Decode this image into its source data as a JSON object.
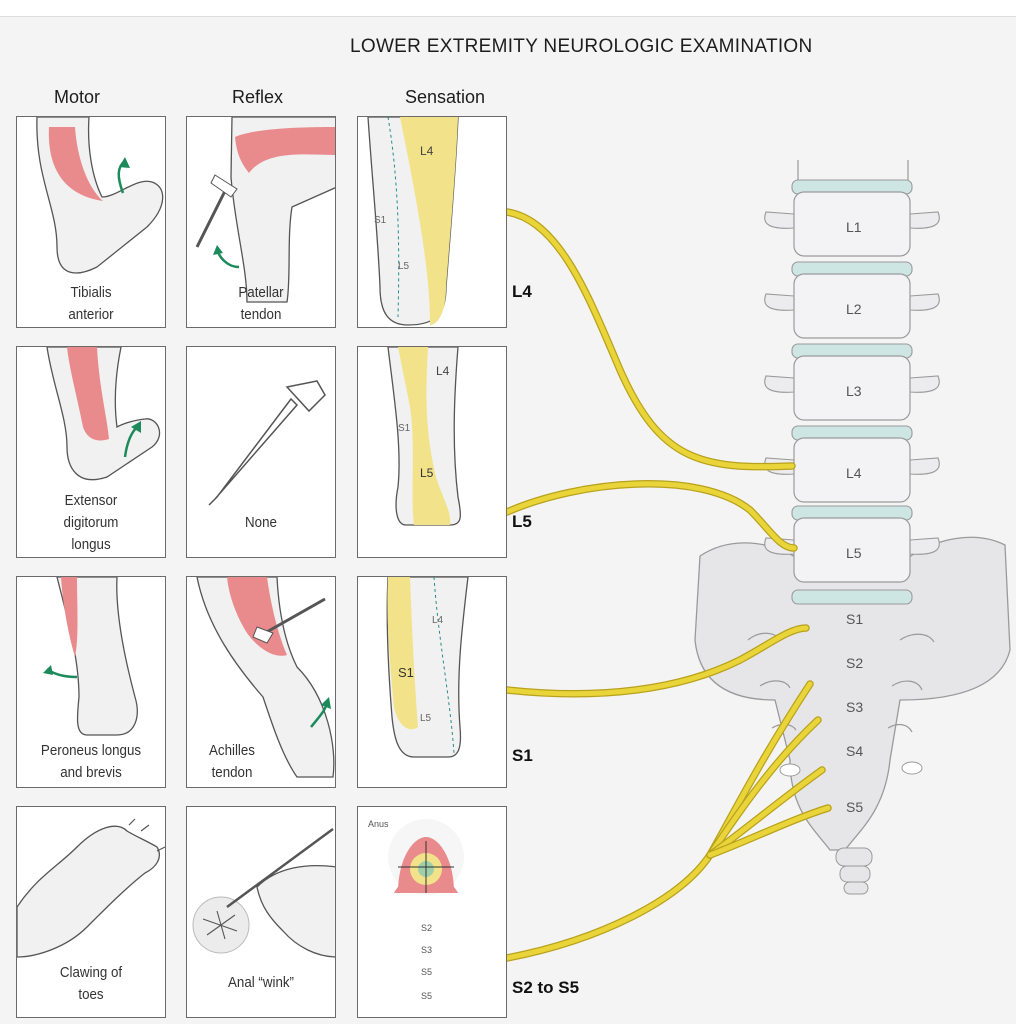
{
  "title": "LOWER EXTREMITY NEUROLOGIC EXAMINATION",
  "columns": {
    "motor": "Motor",
    "reflex": "Reflex",
    "sensation": "Sensation"
  },
  "rows": [
    {
      "root": "L4",
      "motor": [
        "Tibialis",
        "anterior"
      ],
      "reflex": [
        "Patellar",
        "tendon"
      ],
      "sensation_labels": [
        "L4",
        "S1",
        "L5"
      ]
    },
    {
      "root": "L5",
      "motor": [
        "Extensor",
        "digitorum",
        "longus"
      ],
      "reflex": [
        "None"
      ],
      "sensation_labels": [
        "L4",
        "S1",
        "L5"
      ]
    },
    {
      "root": "S1",
      "motor": [
        "Peroneus longus",
        "and brevis"
      ],
      "reflex": [
        "Achilles",
        "tendon"
      ],
      "sensation_labels": [
        "L4",
        "S1",
        "L5"
      ]
    },
    {
      "root": "S2 to S5",
      "motor": [
        "Clawing of",
        "toes"
      ],
      "reflex": [
        "Anal “wink”"
      ],
      "sensation_labels": [
        "Anus",
        "S2",
        "S3",
        "S5",
        "S5"
      ]
    }
  ],
  "vertebrae": [
    "L1",
    "L2",
    "L3",
    "L4",
    "L5"
  ],
  "sacral": [
    "S1",
    "S2",
    "S3",
    "S4",
    "S5"
  ],
  "colors": {
    "nerve": "#e9d43a",
    "dermatome": "#f2e38a",
    "muscle": "#e98a8c",
    "arrow": "#1c8a5a",
    "disc": "#cde6e3"
  }
}
